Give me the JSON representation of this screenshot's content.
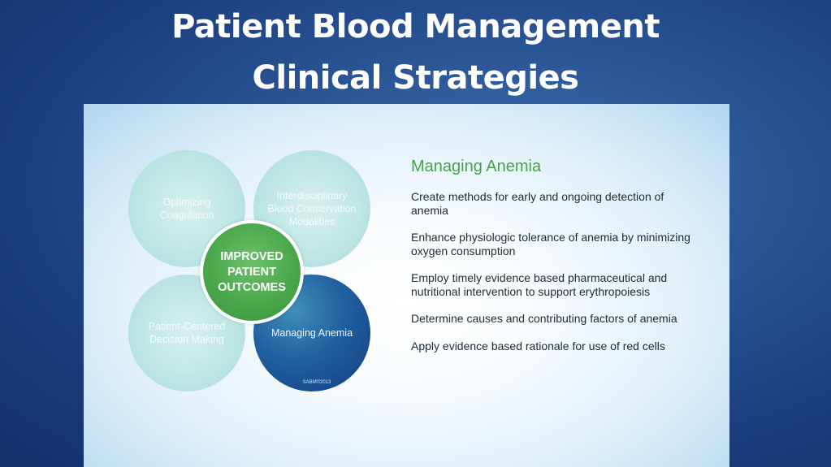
{
  "slide": {
    "title_line1": "Patient Blood Management",
    "title_line2": "Clinical Strategies"
  },
  "diagram": {
    "petals": {
      "top_left": "Optimizing Coagulation",
      "top_right": "Interdisciplinary Blood Conservation Modalities",
      "bottom_left": "Patient-Centered Decision Making",
      "bottom_right": "Managing Anemia"
    },
    "center": "IMPROVED PATIENT OUTCOMES",
    "copyright": "SABM©2013",
    "colors": {
      "light_petal": "#bfe6e4",
      "dark_petal": "#2160a0",
      "center": "#4aa84b",
      "heading": "#4aa24b"
    }
  },
  "content": {
    "heading": "Managing Anemia",
    "items": [
      "Create methods for early and ongoing detection of anemia",
      "Enhance physiologic tolerance of anemia by minimizing oxygen consumption",
      "Employ timely evidence based  pharmaceutical and nutritional intervention to support erythropoiesis",
      "Determine causes and contributing factors of anemia",
      "Apply evidence based rationale for use of red cells"
    ]
  }
}
